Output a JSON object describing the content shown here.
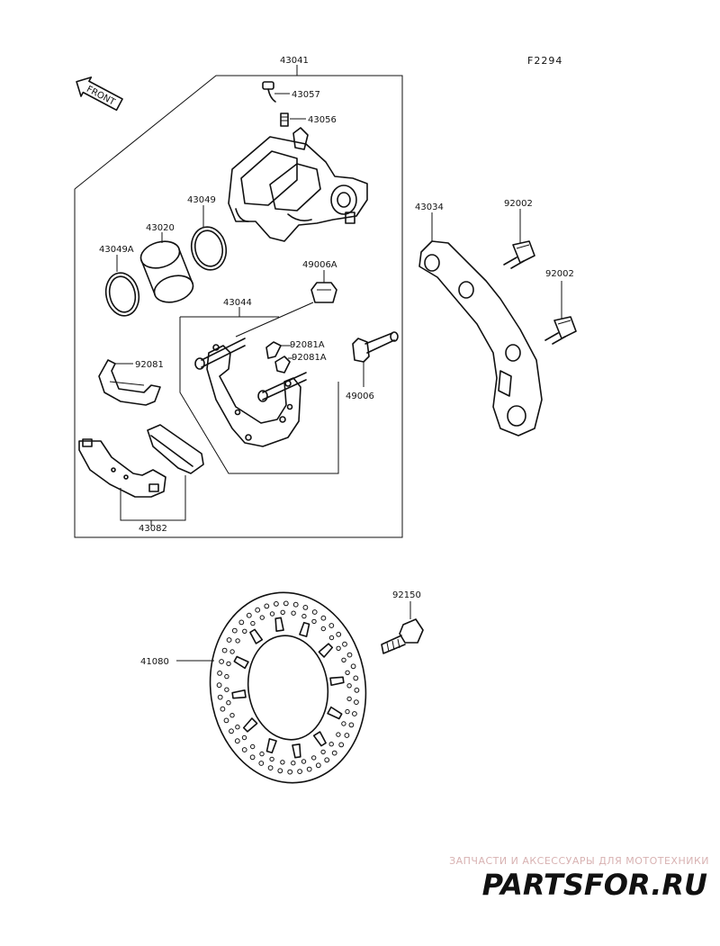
{
  "diagram": {
    "code": "F2294",
    "front_label": "FRONT",
    "labels": {
      "p43041": "43041",
      "p43057": "43057",
      "p43056": "43056",
      "p43049": "43049",
      "p43020": "43020",
      "p43049A": "43049A",
      "p49006A": "49006A",
      "p43044": "43044",
      "p92081A_1": "92081A",
      "p92081A_2": "92081A",
      "p92081": "92081",
      "p49006": "49006",
      "p43082": "43082",
      "p43034": "43034",
      "p92002_1": "92002",
      "p92002_2": "92002",
      "p92150": "92150",
      "p41080": "41080"
    }
  },
  "watermark": {
    "subtitle": "ЗАПЧАСТИ И АКСЕССУАРЫ ДЛЯ МОТОТЕХНИКИ",
    "brand": "PARTSFOR.RU",
    "color": "#e8a5a8"
  }
}
